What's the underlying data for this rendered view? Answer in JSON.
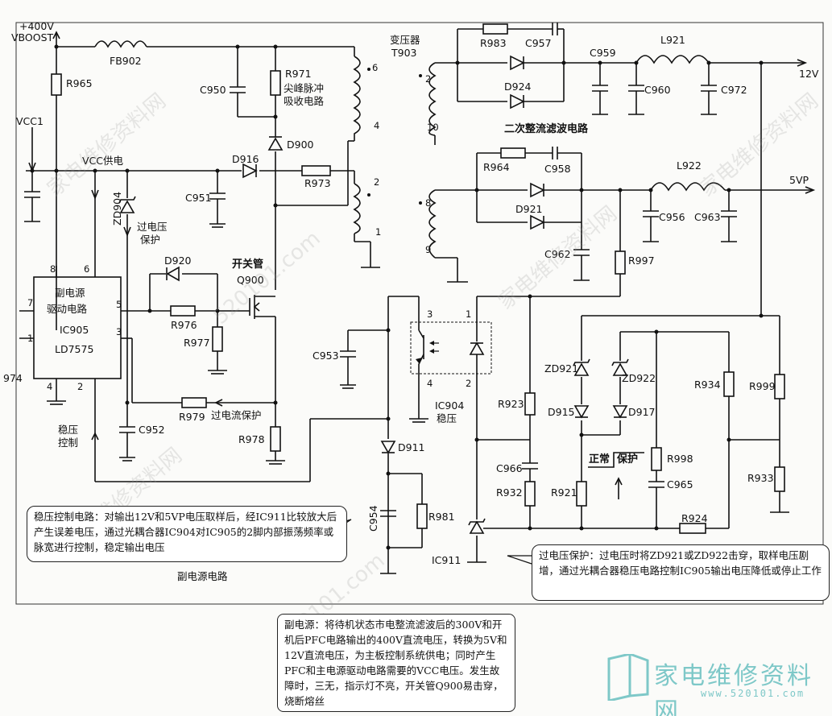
{
  "nodes": {
    "vboost_v": "+400V",
    "vboost": "VBOOST",
    "vcc1": "VCC1",
    "vcc_supply": "VCC供电",
    "out12": "12V",
    "out5": "5VP",
    "ref974": "974"
  },
  "components": {
    "FB902": "FB902",
    "R965": "R965",
    "C950": "C950",
    "R971": "R971",
    "spike_absorb_1": "尖峰脉冲",
    "spike_absorb_2": "吸收电路",
    "D900": "D900",
    "D916": "D916",
    "R973": "R973",
    "C951": "C951",
    "ZD904": "ZD904",
    "ovp_1": "过电压",
    "ovp_2": "保护",
    "switch_label": "开关管",
    "Q900": "Q900",
    "D920": "D920",
    "R976": "R976",
    "R977": "R977",
    "R979": "R979",
    "ocp": "过电流保护",
    "C952": "C952",
    "R978": "R978",
    "reg_1": "稳压",
    "reg_2": "控制",
    "ic_name_1": "副电源",
    "ic_name_2": "驱动电路",
    "ic_name_3": "IC905",
    "ic_name_4": "LD7575",
    "transformer_1": "变压器",
    "transformer_2": "T903",
    "R983": "R983",
    "C957": "C957",
    "D924": "D924",
    "C959": "C959",
    "L921": "L921",
    "C960": "C960",
    "C972": "C972",
    "secondary": "二次整流滤波电路",
    "R964": "R964",
    "C958": "C958",
    "D921": "D921",
    "L922": "L922",
    "C956": "C956",
    "C963": "C963",
    "C962": "C962",
    "R997": "R997",
    "C953": "C953",
    "IC904": "IC904",
    "IC904_sub": "稳压",
    "D911": "D911",
    "C954": "C954",
    "R981": "R981",
    "IC911": "IC911",
    "R923": "R923",
    "C966": "C966",
    "R932": "R932",
    "ZD921": "ZD921",
    "ZD922": "ZD922",
    "D915": "D915",
    "D917": "D917",
    "normal": "正常",
    "protect": "保护",
    "R921": "R921",
    "R998": "R998",
    "C965": "C965",
    "R924": "R924",
    "R934": "R934",
    "R999": "R999",
    "R933": "R933",
    "sub_power_circuit": "副电源电路"
  },
  "pins": {
    "ic905_8": "8",
    "ic905_6": "6",
    "ic905_7": "7",
    "ic905_5": "5",
    "ic905_1": "1",
    "ic905_3": "3",
    "ic905_4": "4",
    "ic905_2": "2",
    "t_6": "6",
    "t_4": "4",
    "t_2": "2",
    "t_1": "1",
    "t_s2": "2",
    "t_s10": "10",
    "t_s8": "8",
    "t_s9": "9",
    "oc_3": "3",
    "oc_1": "1",
    "oc_4": "4",
    "oc_2": "2"
  },
  "notes": {
    "reg_note": "稳压控制电路：对输出12V和5VP电压取样后，经IC911比较放大后产生误差电压，通过光耦合器IC904对IC905的2脚内部振荡频率或脉宽进行控制，稳定输出电压",
    "ovp_note": "过电压保护：过电压时将ZD921或ZD922击穿，取样电压剧增，通过光耦合器稳压电路控制IC905输出电压降低或停止工作",
    "sub_power_note": "副电源：将待机状态市电整流滤波后的300V和开机后PFC电路输出的400V直流电压，转换为5V和12V直流电压，为主板控制系统供电；同时产生PFC和主电源驱动电路需要的VCC电压。发生故障时，三无，指示灯不亮，开关管Q900易击穿，烧断熔丝"
  },
  "watermark": {
    "text": "家电维修资料网",
    "domain": "520101.com",
    "logo_text": "家电维修资料网",
    "logo_url": "www.520101.com"
  }
}
